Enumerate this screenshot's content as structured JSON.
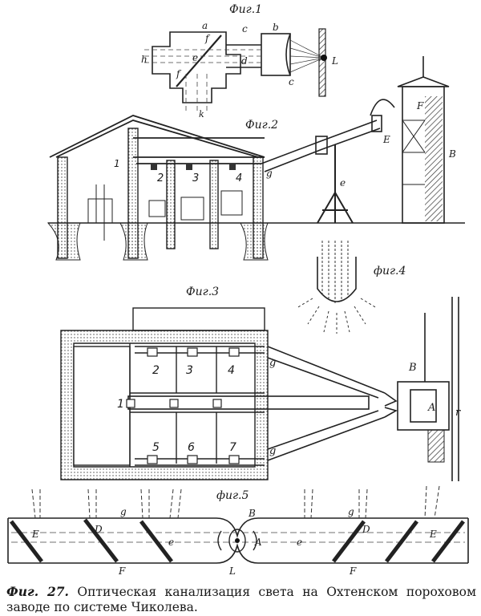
{
  "figures": {
    "fig1": {
      "title": "Фиг.1",
      "labels": {
        "a": "a",
        "b": "b",
        "c1": "c",
        "c2": "c",
        "d": "d",
        "e": "e",
        "f1": "f",
        "f2": "f",
        "h": "h",
        "k": "k",
        "L": "L"
      }
    },
    "fig2": {
      "title": "Фиг.2",
      "labels": {
        "n1": "1",
        "n2": "2",
        "n3": "3",
        "n4": "4",
        "g": "g",
        "e": "e",
        "E": "E",
        "F": "F",
        "B": "B"
      }
    },
    "fig3": {
      "title": "Фиг.3",
      "labels": {
        "n1": "1",
        "n2": "2",
        "n3": "3",
        "n4": "4",
        "n5": "5",
        "n6": "6",
        "n7": "7",
        "g1": "g",
        "g2": "g",
        "B": "B",
        "A": "A",
        "r": "r"
      }
    },
    "fig4": {
      "title": "фиг.4"
    },
    "fig5": {
      "title": "фиг.5",
      "labels": {
        "E1": "E",
        "E2": "E",
        "D1": "D",
        "D2": "D",
        "g1": "g",
        "g2": "g",
        "e1": "e",
        "e2": "e",
        "F1": "F",
        "F2": "F",
        "B": "B",
        "A": "A",
        "L": "L"
      }
    }
  },
  "caption": {
    "number": "Фиг. 27.",
    "text": "Оптическая канализация света на Охтенском пороховом заводе по системе Чиколева."
  }
}
